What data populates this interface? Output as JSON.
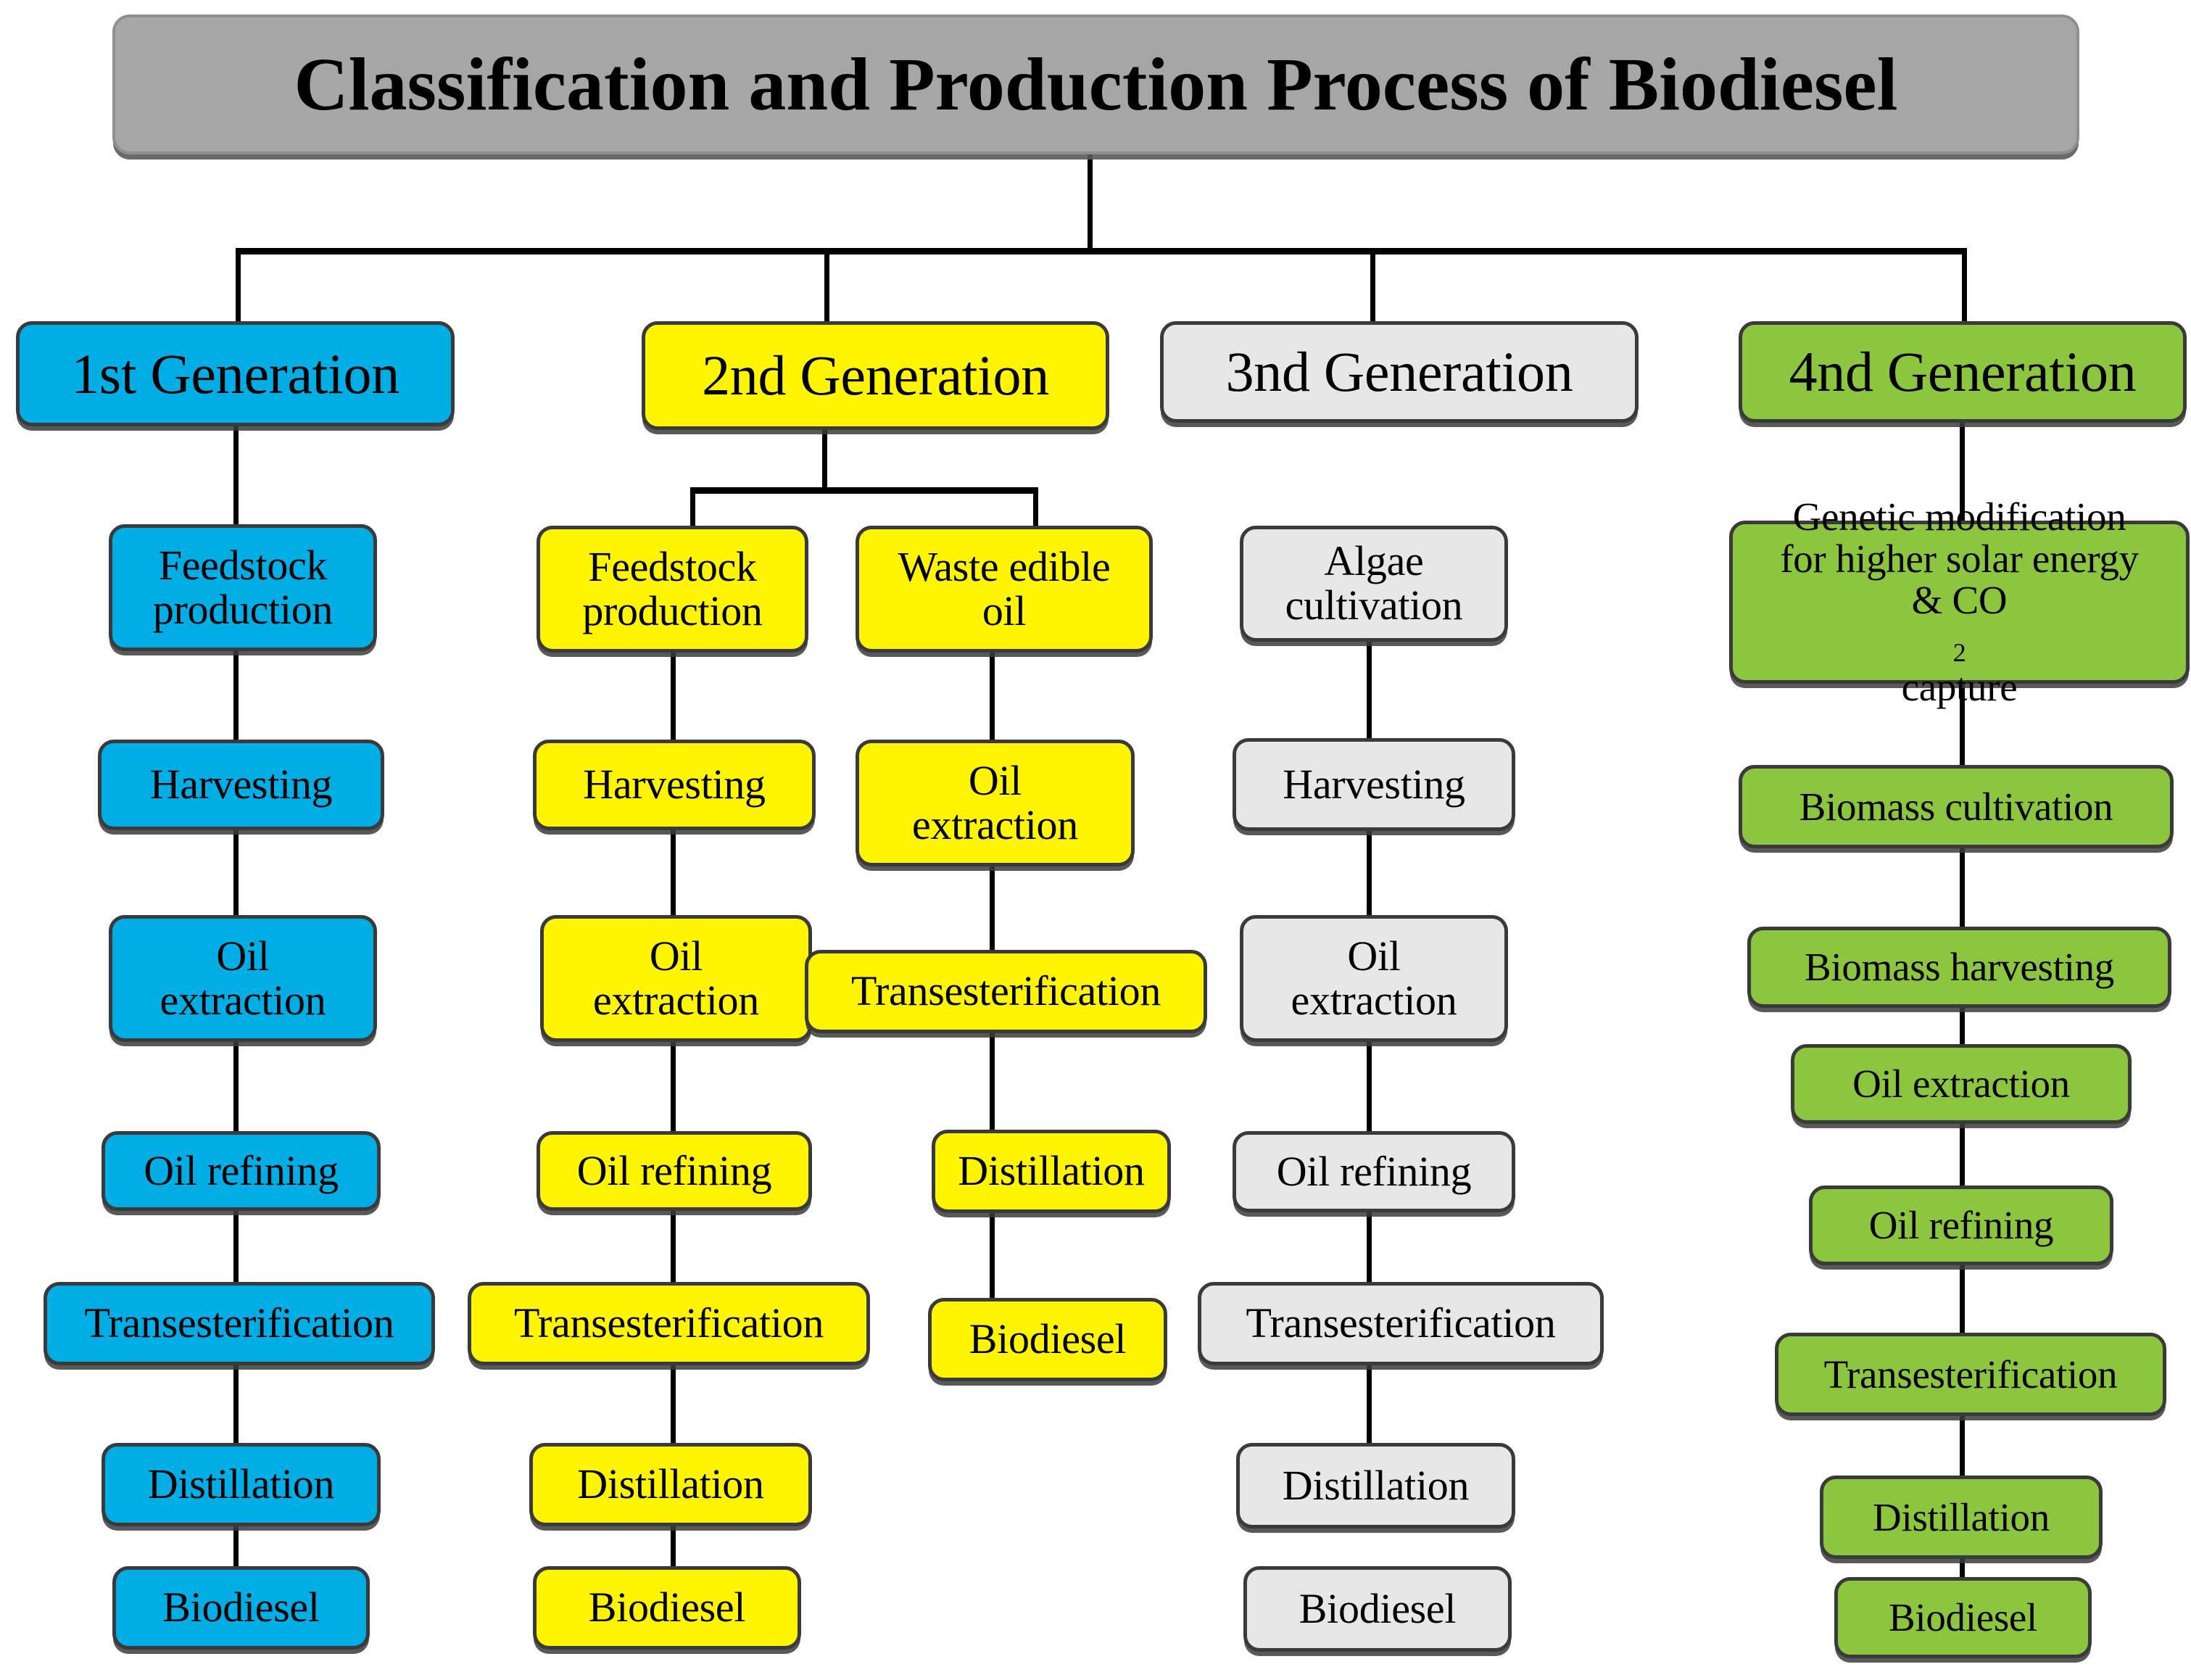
{
  "title": "Classification and Production Process of Biodiesel",
  "colors": {
    "title_bar": "#A6A6A6",
    "generation_1": "#00ADE5",
    "generation_2": "#FFF500",
    "generation_3": "#E7E7E7",
    "generation_4": "#8CC63F",
    "connector": "#000000",
    "border": "#3A3A3A"
  },
  "columns": [
    {
      "id": "gen1",
      "header": "1st Generation",
      "color": "#00ADE5",
      "steps": [
        "Feedstock production",
        "Harvesting",
        "Oil extraction",
        "Oil refining",
        "Transesterification",
        "Distillation",
        "Biodiesel"
      ]
    },
    {
      "id": "gen2",
      "header": "2nd Generation",
      "color": "#FFF500",
      "branches": [
        {
          "id": "gen2-left",
          "steps": [
            "Feedstock production",
            "Harvesting",
            "Oil extraction",
            "Oil refining",
            "Transesterification",
            "Distillation",
            "Biodiesel"
          ]
        },
        {
          "id": "gen2-right",
          "steps": [
            "Waste edible oil",
            "Oil extraction",
            "Transesterification",
            "Distillation",
            "Biodiesel"
          ]
        }
      ]
    },
    {
      "id": "gen3",
      "header": "3nd Generation",
      "color": "#E7E7E7",
      "steps": [
        "Algae cultivation",
        "Harvesting",
        "Oil extraction",
        "Oil refining",
        "Transesterification",
        "Distillation",
        "Biodiesel"
      ]
    },
    {
      "id": "gen4",
      "header": "4nd Generation",
      "color": "#8CC63F",
      "steps": [
        "Genetic modification for higher solar energy & CO2 capture",
        "Biomass cultivation",
        "Biomass harvesting",
        "Oil extraction",
        "Oil refining",
        "Transesterification",
        "Distillation",
        "Biodiesel"
      ]
    }
  ],
  "labels": {
    "gen1_header": "1st Generation",
    "gen1_s1_l1": "Feedstock",
    "gen1_s1_l2": "production",
    "gen1_s2": "Harvesting",
    "gen1_s3_l1": "Oil",
    "gen1_s3_l2": "extraction",
    "gen1_s4": "Oil refining",
    "gen1_s5": "Transesterification",
    "gen1_s6": "Distillation",
    "gen1_s7": "Biodiesel",
    "gen2_header": "2nd Generation",
    "gen2a_s1_l1": "Feedstock",
    "gen2a_s1_l2": "production",
    "gen2a_s2": "Harvesting",
    "gen2a_s3_l1": "Oil",
    "gen2a_s3_l2": "extraction",
    "gen2a_s4": "Oil refining",
    "gen2a_s5": "Transesterification",
    "gen2a_s6": "Distillation",
    "gen2a_s7": "Biodiesel",
    "gen2b_s1_l1": "Waste edible",
    "gen2b_s1_l2": "oil",
    "gen2b_s2_l1": "Oil",
    "gen2b_s2_l2": "extraction",
    "gen2b_s3": "Transesterification",
    "gen2b_s4": "Distillation",
    "gen2b_s5": "Biodiesel",
    "gen3_header": "3nd Generation",
    "gen3_s1_l1": "Algae",
    "gen3_s1_l2": "cultivation",
    "gen3_s2": "Harvesting",
    "gen3_s3_l1": "Oil",
    "gen3_s3_l2": "extraction",
    "gen3_s4": "Oil refining",
    "gen3_s5": "Transesterification",
    "gen3_s6": "Distillation",
    "gen3_s7": "Biodiesel",
    "gen4_header": "4nd Generation",
    "gen4_s1_l1": "Genetic modification",
    "gen4_s1_l2": "for higher solar energy",
    "gen4_s1_l3a": "& CO",
    "gen4_s1_l3b": "2",
    "gen4_s1_l3c": " capture",
    "gen4_s2": "Biomass cultivation",
    "gen4_s3": "Biomass harvesting",
    "gen4_s4": "Oil extraction",
    "gen4_s5": "Oil refining",
    "gen4_s6": "Transesterification",
    "gen4_s7": "Distillation",
    "gen4_s8": "Biodiesel"
  }
}
